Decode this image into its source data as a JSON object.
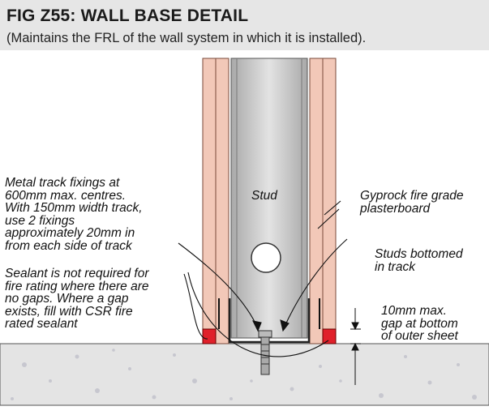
{
  "figure": {
    "title": "FIG Z55: WALL BASE DETAIL",
    "subtitle": "(Maintains the FRL of the wall system in which it is installed)."
  },
  "labels": {
    "stud": "Stud",
    "track_fixings": [
      "Metal track fixings at",
      "600mm max. centres.",
      "With 150mm width track,",
      "use 2 fixings",
      "approximately 20mm in",
      "from each side of track"
    ],
    "sealant": [
      "Sealant is not required for",
      "fire rating where there are",
      "no gaps. Where a gap",
      "exists, fill with CSR fire",
      "rated sealant"
    ],
    "plasterboard": [
      "Gyprock fire grade",
      "plasterboard"
    ],
    "studs_bottomed": [
      "Studs bottomed",
      "in track"
    ],
    "gap": [
      "10mm max.",
      "gap at bottom",
      "of outer sheet"
    ]
  },
  "colors": {
    "plasterboard": "#f2c8b8",
    "sealant": "#e0202a",
    "stud_metal": "#cfcfcf",
    "concrete": "#e4e4e4",
    "header_band": "#e6e6e6"
  }
}
